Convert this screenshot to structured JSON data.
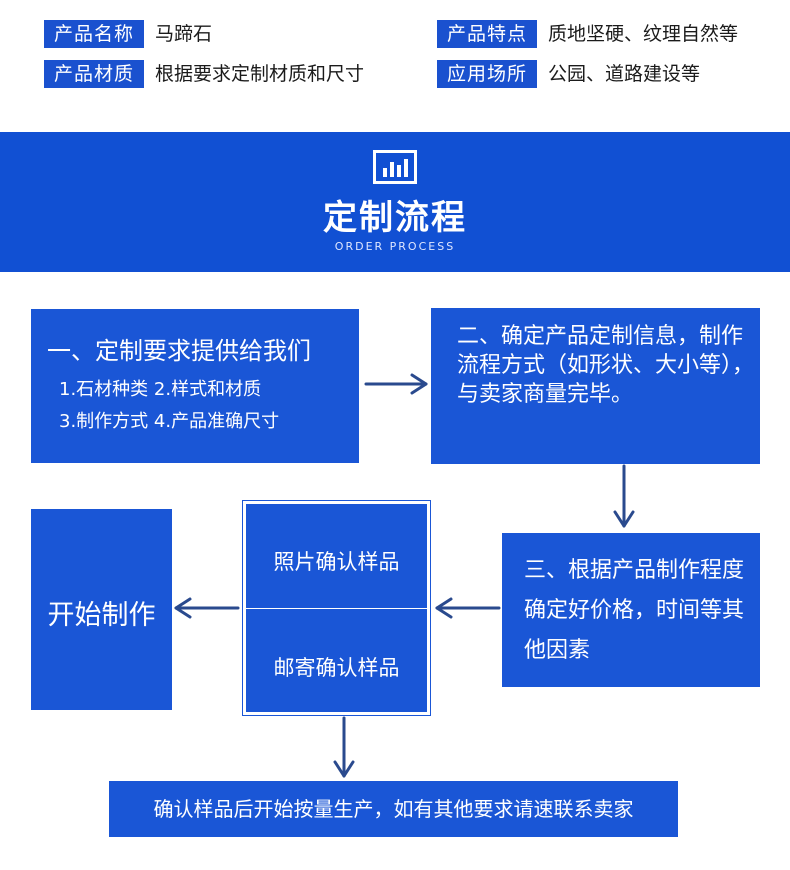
{
  "specs": [
    {
      "label": "产品名称",
      "value": "马蹄石"
    },
    {
      "label": "产品材质",
      "value": "根据要求定制材质和尺寸"
    },
    {
      "label": "产品特点",
      "value": "质地坚硬、纹理自然等"
    },
    {
      "label": "应用场所",
      "value": "公园、道路建设等"
    }
  ],
  "banner": {
    "icon": "bar-chart-icon",
    "title": "定制流程",
    "subtitle": "ORDER PROCESS"
  },
  "steps": {
    "step1": {
      "heading": "一、定制要求提供给我们",
      "line1": "1.石材种类  2.样式和材质",
      "line2": "3.制作方式  4.产品准确尺寸"
    },
    "step2": {
      "text": "二、确定产品定制信息，制作流程方式（如形状、大小等），与卖家商量完毕。"
    },
    "step3": {
      "text": "三、根据产品制作程度确定好价格，时间等其他因素"
    },
    "step4": {
      "option1": "照片确认样品",
      "option2": "邮寄确认样品"
    },
    "step5": {
      "text": "开始制作"
    },
    "footer": {
      "text": "确认样品后开始按量生产，如有其他要求请速联系卖家"
    }
  },
  "colors": {
    "primary": "#1a56d6",
    "banner": "#1150d3",
    "arrow": "#2a4a8e"
  }
}
